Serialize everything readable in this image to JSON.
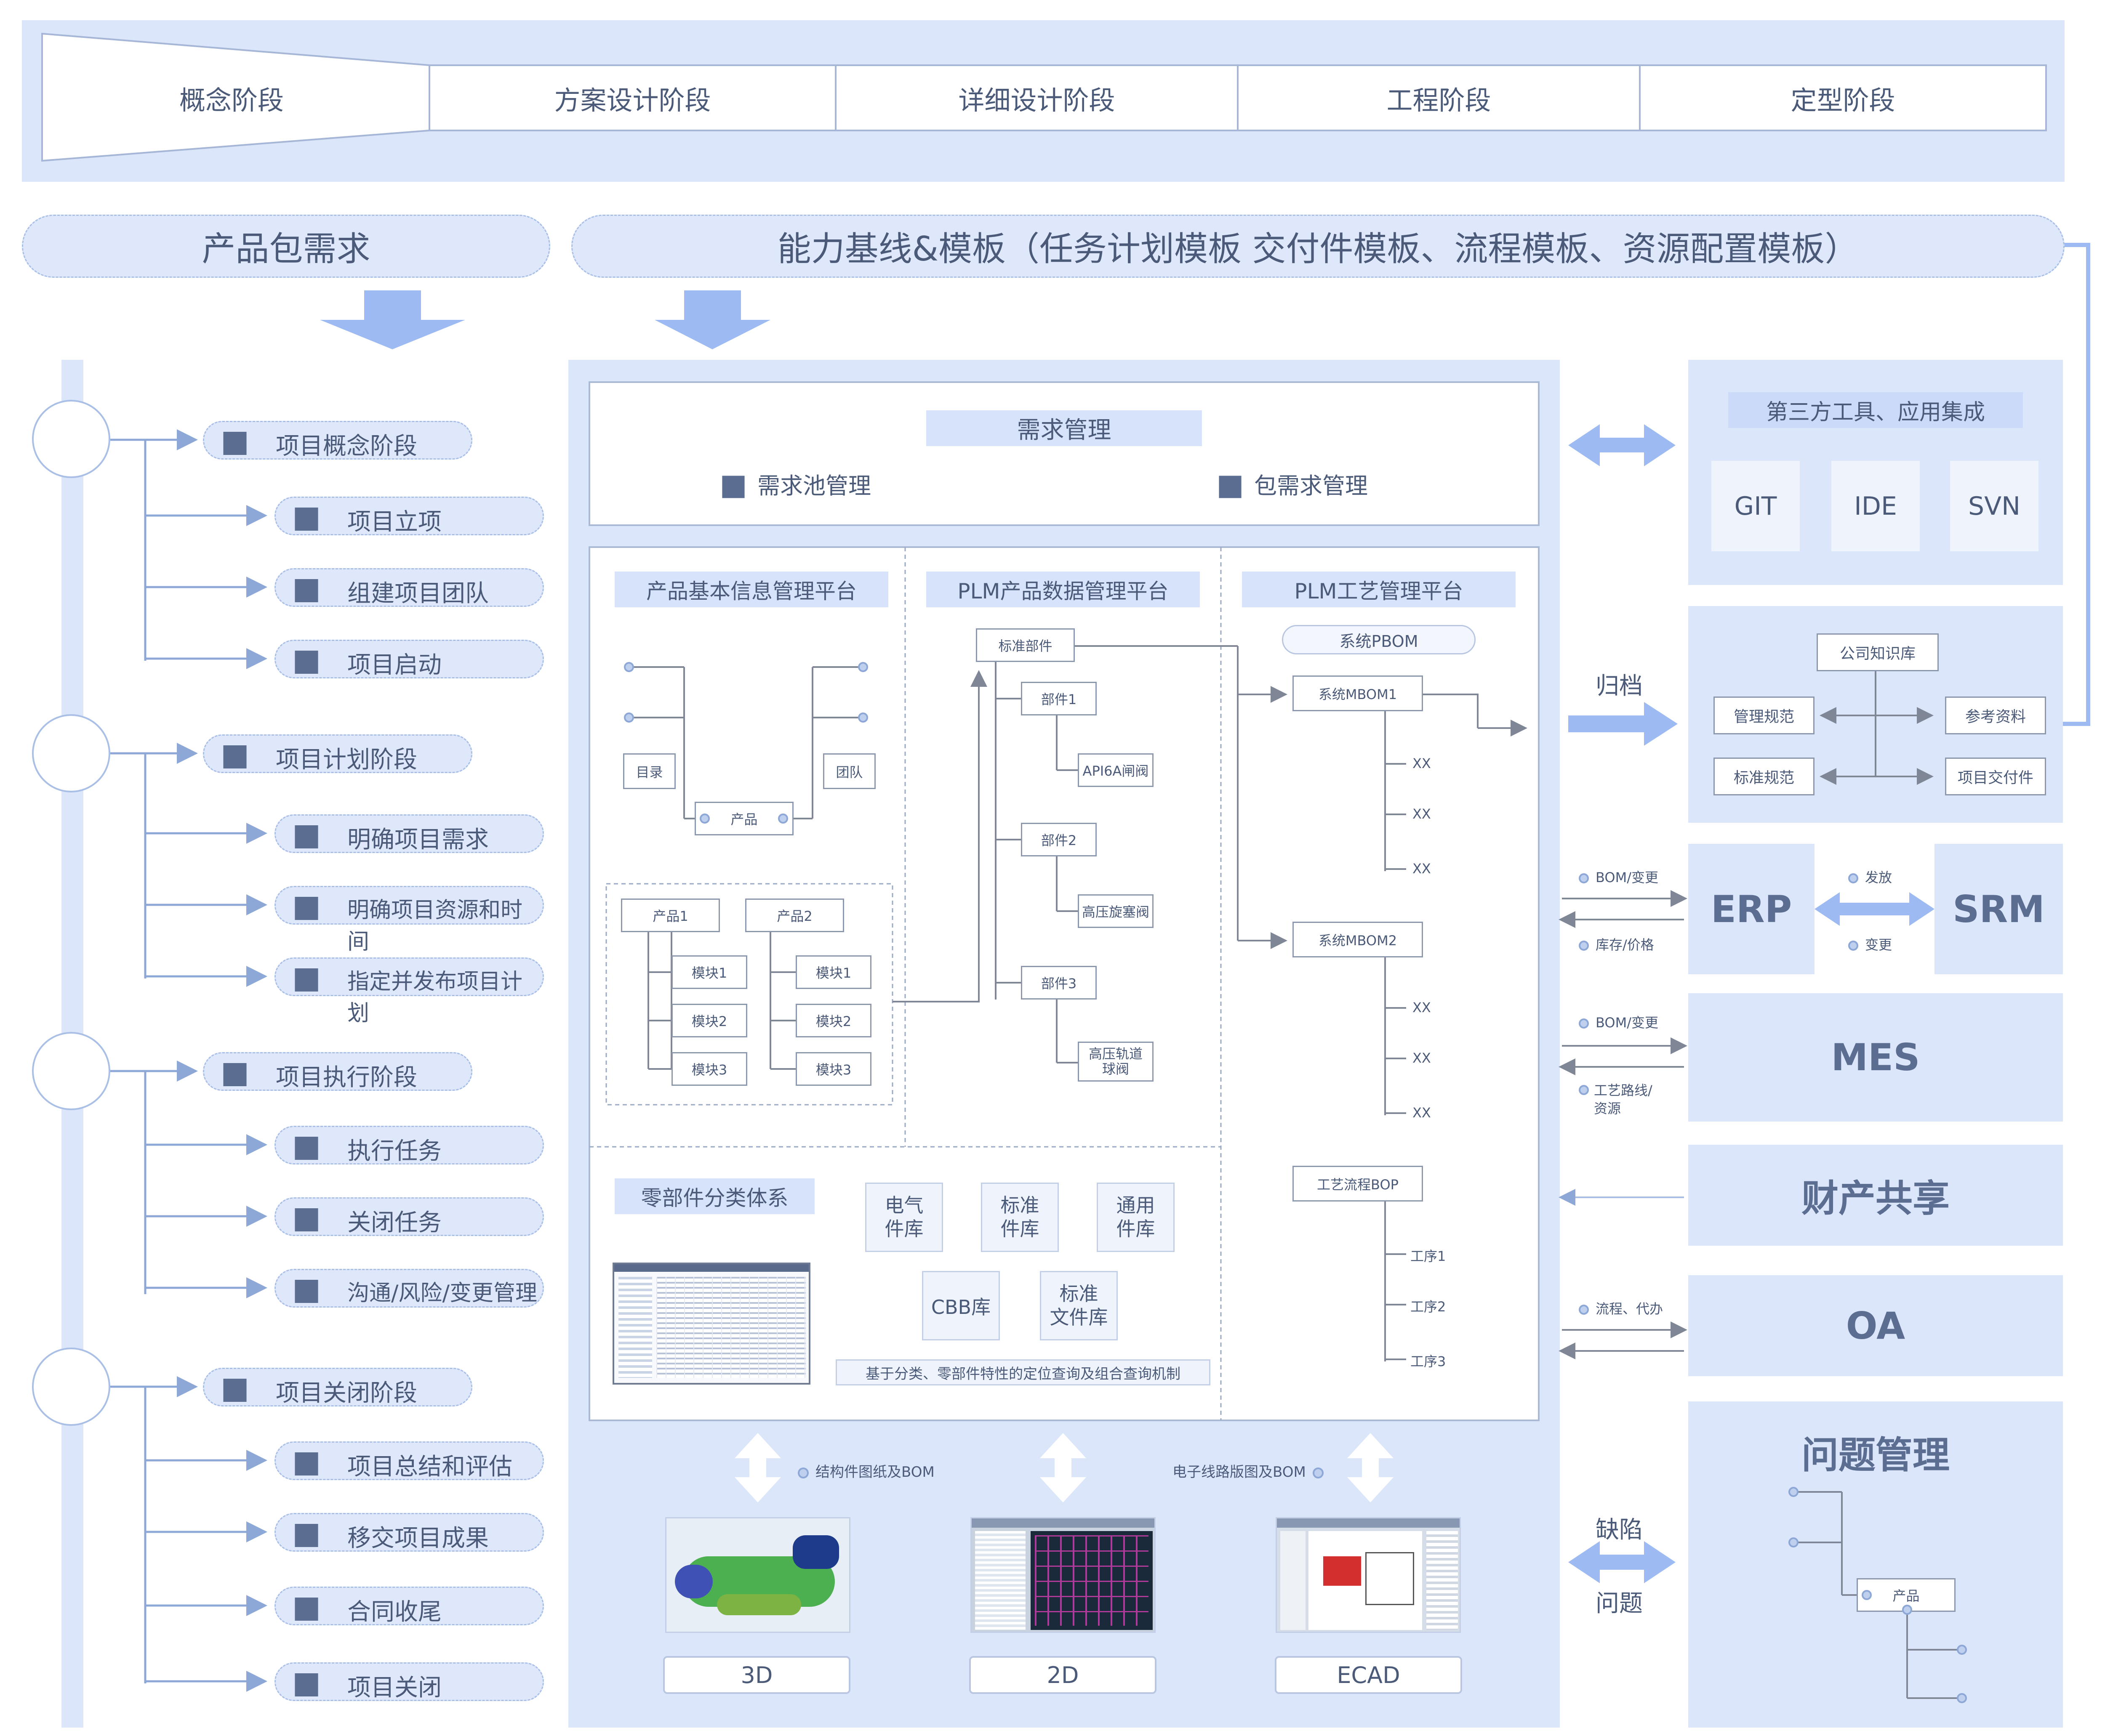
{
  "stages": [
    "概念阶段",
    "方案设计阶段",
    "详细设计阶段",
    "工程阶段",
    "定型阶段"
  ],
  "header": {
    "product_req": "产品包需求",
    "baseline": "能力基线&模板（任务计划模板 交付件模板、流程模板、资源配置模板）"
  },
  "phases": [
    {
      "title": "项目概念阶段",
      "items": [
        "项目立项",
        "组建项目团队",
        "项目启动"
      ]
    },
    {
      "title": "项目计划阶段",
      "items": [
        "明确项目需求",
        "明确项目资源和时间",
        "指定并发布项目计划"
      ]
    },
    {
      "title": "项目执行阶段",
      "items": [
        "执行任务",
        "关闭任务",
        "沟通/风险/变更管理"
      ]
    },
    {
      "title": "项目关闭阶段",
      "items": [
        "项目总结和评估",
        "移交项目成果",
        "合同收尾",
        "项目关闭"
      ]
    }
  ],
  "demand": {
    "title": "需求管理",
    "pool": "需求池管理",
    "package": "包需求管理"
  },
  "platforms": {
    "basic": "产品基本信息管理平台",
    "plm_data": "PLM产品数据管理平台",
    "plm_process": "PLM工艺管理平台"
  },
  "basic_tree": {
    "catalog": "目录",
    "team": "团队",
    "product": "产品",
    "products": [
      {
        "name": "产品1",
        "modules": [
          "模块1",
          "模块2",
          "模块3"
        ]
      },
      {
        "name": "产品2",
        "modules": [
          "模块1",
          "模块2",
          "模块3"
        ]
      }
    ]
  },
  "plm_tree": {
    "root": "标准部件",
    "parts": [
      {
        "name": "部件1",
        "child": "API6A闸阀"
      },
      {
        "name": "部件2",
        "child": "高压旋塞阀"
      },
      {
        "name": "部件3",
        "child": "高压轨道球阀"
      }
    ]
  },
  "process_tree": {
    "pbom": "系统PBOM",
    "mbom1": "系统MBOM1",
    "mbom2": "系统MBOM2",
    "xx": "XX",
    "bop": "工艺流程BOP",
    "steps": [
      "工序1",
      "工序2",
      "工序3"
    ]
  },
  "classification": {
    "title": "零部件分类体系",
    "libs": [
      "电气\n件库",
      "标准\n件库",
      "通用\n件库",
      "CBB库",
      "标准\n文件库"
    ],
    "note": "基于分类、零部件特性的定位查询及组合查询机制"
  },
  "cad": {
    "structure_label": "结构件图纸及BOM",
    "circuit_label": "电子线路版图及BOM",
    "tools": [
      "3D",
      "2D",
      "ECAD"
    ]
  },
  "right": {
    "third_party_title": "第三方工具、应用集成",
    "tools": [
      "GIT",
      "IDE",
      "SVN"
    ],
    "archive": "归档",
    "knowledge": {
      "root": "公司知识库",
      "items": [
        "管理规范",
        "参考资料",
        "标准规范",
        "项目交付件"
      ]
    },
    "erp_in": "BOM/变更",
    "erp_out": "库存/价格",
    "erp": "ERP",
    "srm": "SRM",
    "srm_issue": "发放",
    "srm_change": "变更",
    "mes_in": "BOM/变更",
    "mes_out": "工艺路线/\n资源",
    "mes": "MES",
    "assets": "财产共享",
    "oa_in": "流程、代办",
    "oa": "OA",
    "defect": "缺陷",
    "issue": "问题",
    "problem_title": "问题管理",
    "problem_product": "产品"
  },
  "colors": {
    "panel": "#dbe6fb",
    "arrow": "#9dbaf2",
    "text": "#4a5a78"
  }
}
